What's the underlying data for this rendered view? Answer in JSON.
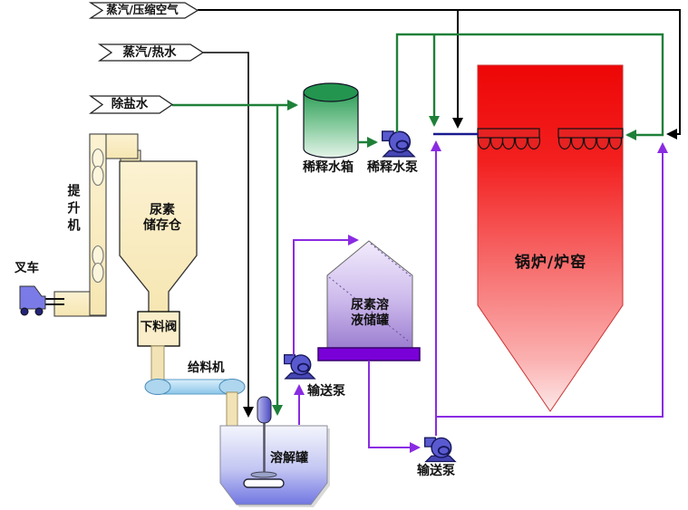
{
  "inputs": {
    "steam_compressed_air": "蒸汽/压缩空气",
    "steam_hot_water": "蒸汽/热水",
    "demineralized_water": "除盐水"
  },
  "equipment": {
    "forklift": "叉车",
    "bucket_elevator": "提升机",
    "urea_silo": "尿素\n储存仓",
    "discharge_valve": "下料阀",
    "feeder": "给料机",
    "dilution_water_tank": "稀释水箱",
    "dilution_water_pump": "稀释水泵",
    "dissolving_tank": "溶解罐",
    "transfer_pump_1": "输送泵",
    "urea_solution_storage_tank": "尿素溶\n液储罐",
    "transfer_pump_2": "输送泵",
    "boiler_furnace": "锅炉/炉窑"
  },
  "colors": {
    "steam_air_line": "#000000",
    "hot_water_line": "#000000",
    "demin_water_line": "#1e8038",
    "urea_solution_line": "#8a2be2",
    "mixed_solution_line": "#1a1a8f",
    "pump_fill": "#5a5ad0",
    "boiler_red": "#ee0606",
    "storage_base_purple": "#7a00d8",
    "silo_cream": "#faeeca",
    "dissolving_tank_blue": "#7177e2",
    "dilution_tank_green": "#23954f"
  }
}
